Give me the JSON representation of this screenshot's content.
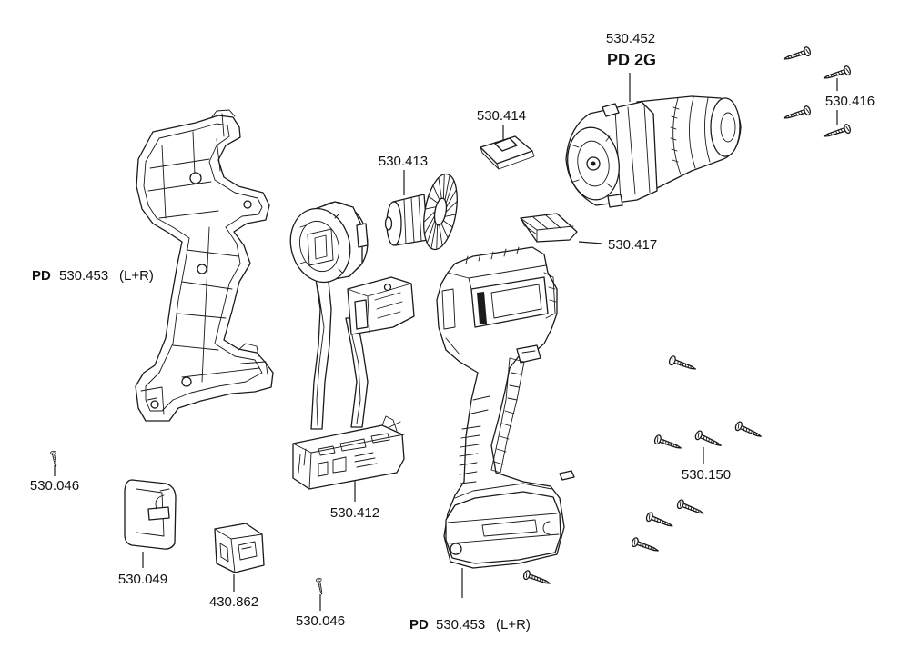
{
  "diagram": {
    "colors": {
      "line": "#1a1a1a",
      "text": "#111111",
      "background": "#ffffff"
    },
    "callouts": {
      "gearbox": {
        "number": "530.452",
        "model": "PD 2G"
      },
      "gearbox_screws": {
        "number": "530.416"
      },
      "plate": {
        "number": "530.414"
      },
      "rotor": {
        "number": "530.413"
      },
      "slider": {
        "number": "530.417"
      },
      "housing_left": {
        "prefix": "PD",
        "number": "530.453",
        "variant": "(L+R)"
      },
      "screw_left": {
        "number": "530.046"
      },
      "housing_screws": {
        "number": "530.150"
      },
      "stator_electronics": {
        "number": "530.412"
      },
      "clip": {
        "number": "530.049"
      },
      "bit_holder": {
        "number": "430.862"
      },
      "clip_screw": {
        "number": "530.046"
      },
      "housing_right": {
        "prefix": "PD",
        "number": "530.453",
        "variant": "(L+R)"
      }
    }
  }
}
